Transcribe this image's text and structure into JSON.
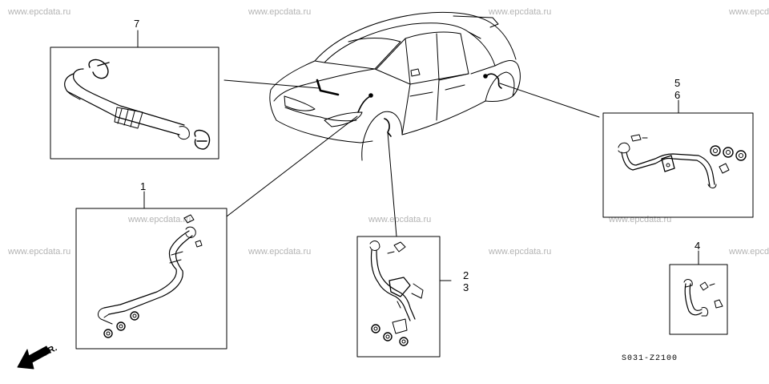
{
  "watermark_text": "www.epcdata.ru",
  "callouts": {
    "part_7": "7",
    "part_1": "1",
    "part_2": "2",
    "part_3": "3",
    "part_4": "4",
    "part_5": "5",
    "part_6": "6"
  },
  "diagram_code": "S031-Z2100",
  "direction_label": "FR.",
  "colors": {
    "line": "#000000",
    "watermark": "#b4b4b4",
    "background": "#ffffff"
  }
}
